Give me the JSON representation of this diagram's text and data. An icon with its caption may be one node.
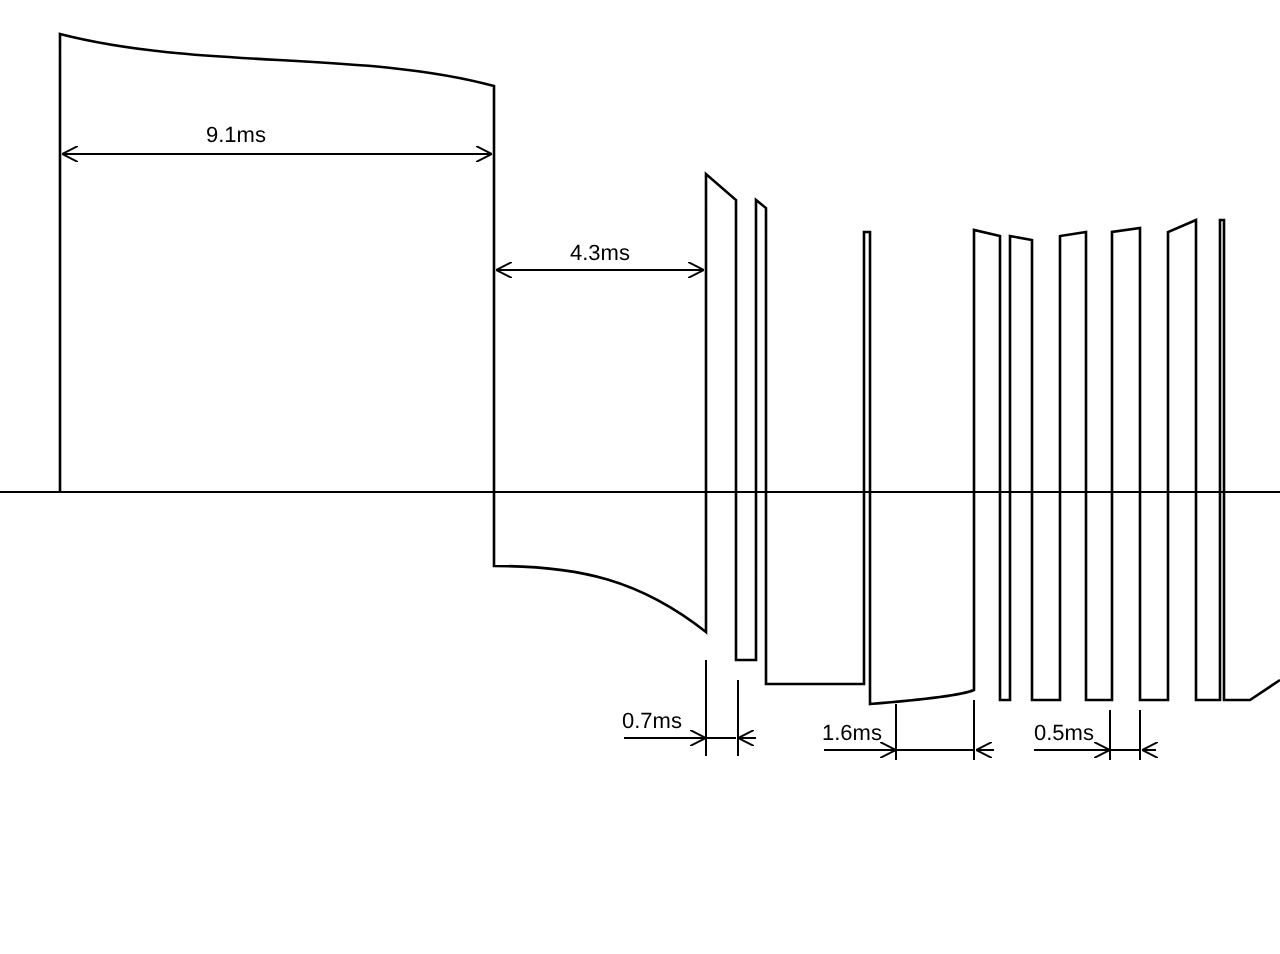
{
  "diagram": {
    "labels": [
      "9.1ms",
      "4.3ms",
      "0.7ms",
      "1.6ms",
      "0.5ms"
    ]
  }
}
